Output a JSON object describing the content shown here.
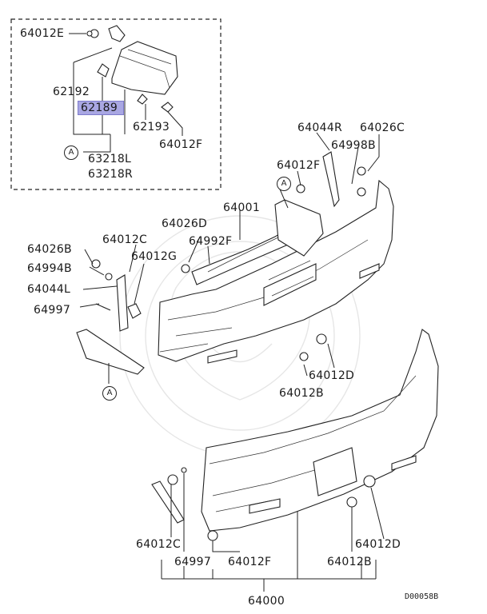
{
  "inset_labels": [
    {
      "id": "64012E",
      "text": "64012E"
    },
    {
      "id": "62192",
      "text": "62192"
    },
    {
      "id": "62189",
      "text": "62189",
      "highlighted": true
    },
    {
      "id": "62193",
      "text": "62193"
    },
    {
      "id": "64012F_inset",
      "text": "64012F"
    },
    {
      "id": "63218L",
      "text": "63218L"
    },
    {
      "id": "63218R",
      "text": "63218R"
    }
  ],
  "main_labels": [
    {
      "id": "64044R",
      "text": "64044R"
    },
    {
      "id": "64026C",
      "text": "64026C"
    },
    {
      "id": "64998B",
      "text": "64998B"
    },
    {
      "id": "64012F_upper",
      "text": "64012F"
    },
    {
      "id": "64001",
      "text": "64001"
    },
    {
      "id": "64026D",
      "text": "64026D"
    },
    {
      "id": "64992F",
      "text": "64992F"
    },
    {
      "id": "64012C_upper",
      "text": "64012C"
    },
    {
      "id": "64012G",
      "text": "64012G"
    },
    {
      "id": "64026B",
      "text": "64026B"
    },
    {
      "id": "64994B",
      "text": "64994B"
    },
    {
      "id": "64044L",
      "text": "64044L"
    },
    {
      "id": "64997_upper",
      "text": "64997"
    },
    {
      "id": "64012D_upper",
      "text": "64012D"
    },
    {
      "id": "64012B_upper",
      "text": "64012B"
    },
    {
      "id": "64012C_lower",
      "text": "64012C"
    },
    {
      "id": "64997_lower",
      "text": "64997"
    },
    {
      "id": "64012F_lower",
      "text": "64012F"
    },
    {
      "id": "64012D_lower",
      "text": "64012D"
    },
    {
      "id": "64012B_lower",
      "text": "64012B"
    },
    {
      "id": "64000",
      "text": "64000"
    }
  ],
  "callouts": {
    "letter": "A"
  },
  "diagram_code": "D00058B",
  "highlight_color": "#a9a7e3"
}
